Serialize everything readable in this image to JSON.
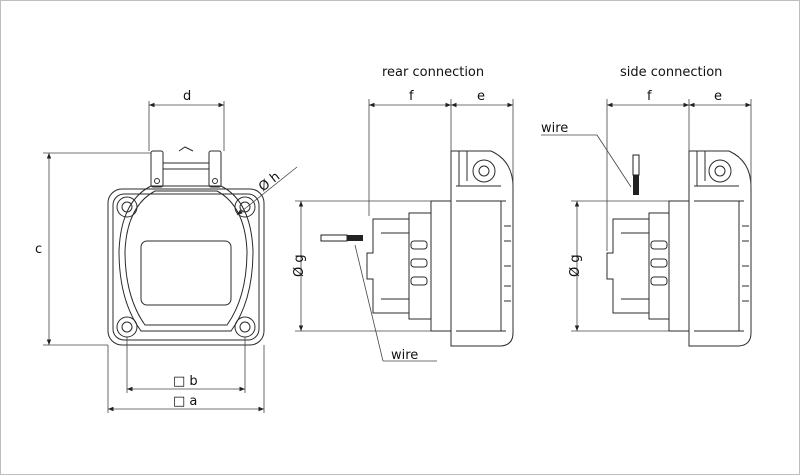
{
  "views": {
    "rear": {
      "title": "rear connection"
    },
    "side": {
      "title": "side connection"
    }
  },
  "dimensions": {
    "a": "□ a",
    "b": "□ b",
    "c": "c",
    "d": "d",
    "h": "Ø h",
    "g_rear": "Ø g",
    "g_side": "Ø g",
    "f_rear": "f",
    "e_rear": "e",
    "f_side": "f",
    "e_side": "e"
  },
  "callouts": {
    "wire_rear": "wire",
    "wire_side": "wire"
  }
}
